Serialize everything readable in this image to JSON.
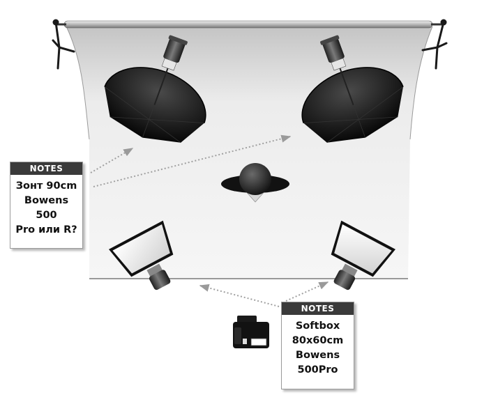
{
  "notes": [
    {
      "id": "umbrella",
      "header": "NOTES",
      "lines": [
        "Зонт 90cm",
        "Bowens",
        "500",
        "Pro или R?"
      ]
    },
    {
      "id": "softbox",
      "header": "NOTES",
      "lines": [
        "Softbox",
        "80x60cm",
        "Bowens",
        "500Pro"
      ]
    }
  ],
  "colors": {
    "note_header": "#3a3a3a",
    "arrow": "#a0a0a0",
    "equipment_dark": "#1a1a1a",
    "backdrop_light": "#f2f2f2",
    "backdrop_dark": "#bdbdbd"
  },
  "icons": [
    "backdrop-paper",
    "umbrella-light",
    "softbox-light",
    "subject-person",
    "camera-icon",
    "light-stand"
  ]
}
